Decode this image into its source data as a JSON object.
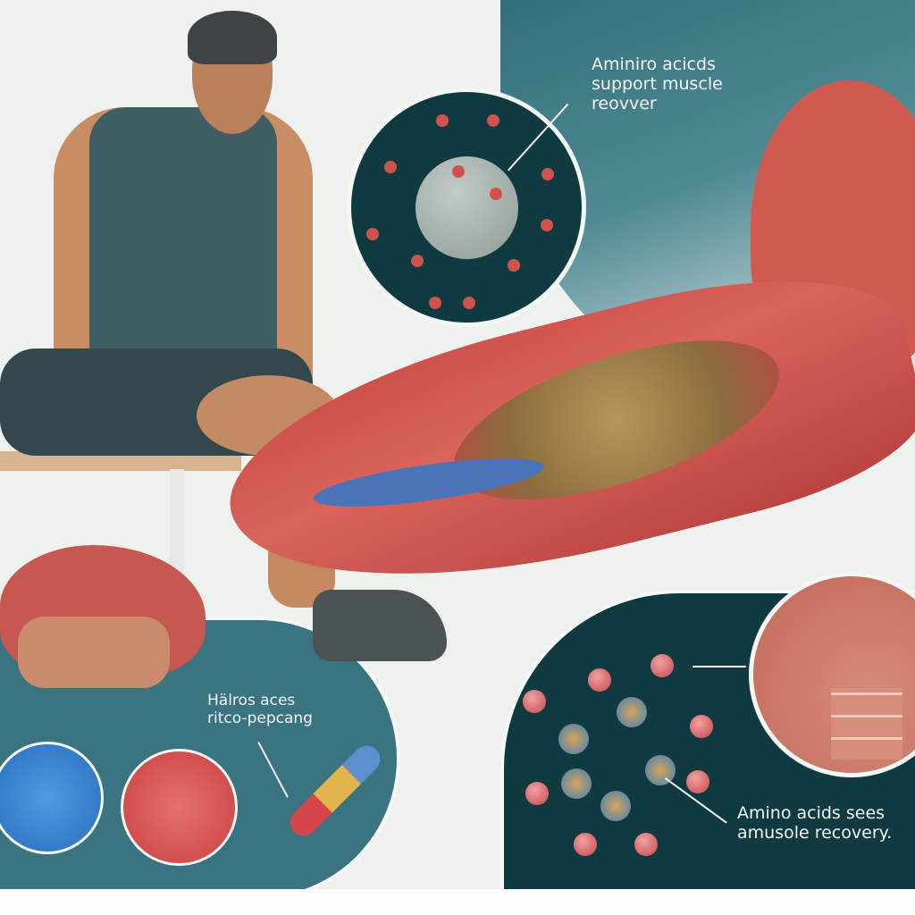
{
  "illustration": {
    "subject": "Man seated on bench with anatomical forearm muscle overlay and amino acid molecule callouts",
    "colors": {
      "background": "#eef1ee",
      "teal_panel": "#3a7480",
      "dark_panel": "#0f3a40",
      "muscle_red": "#c94a44",
      "fiber_blue": "#4a73b8"
    }
  },
  "labels": {
    "top_callout": {
      "line1": "Aminiro acicds",
      "line2": "support muscle",
      "line3": "reovver"
    },
    "left_callout": {
      "line1": "Hälros aces",
      "line2": "ritco-pepcang"
    },
    "right_callout": {
      "line1": "Amino acids sees",
      "line2": "amusole recovery."
    }
  },
  "icons": {
    "virus": "virus-particle-icon",
    "molecule": "amino-acid-molecule-icon",
    "capsule": "supplement-capsule-icon",
    "blue_granules": "blue-granule-circle",
    "red_granules": "red-granule-circle",
    "torso": "torso-muscle-diagram"
  }
}
